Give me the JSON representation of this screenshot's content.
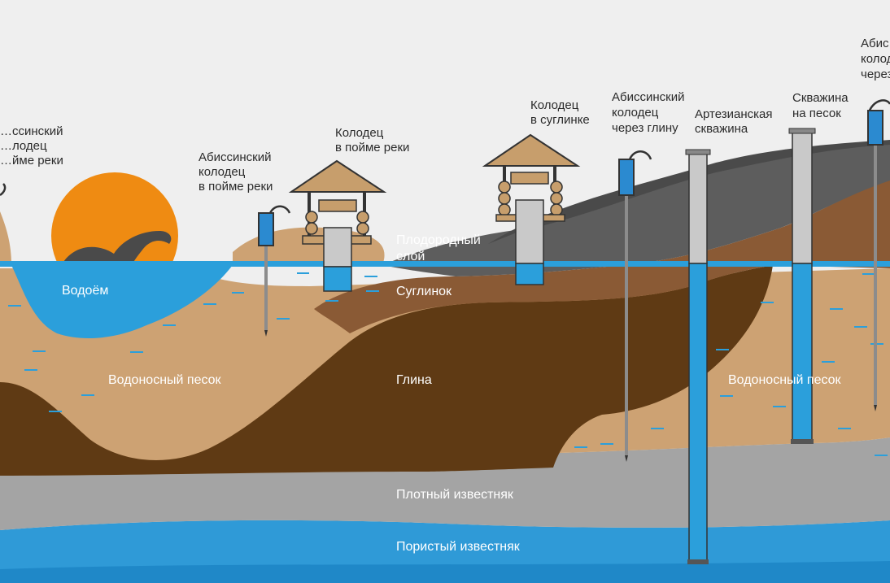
{
  "colors": {
    "sky": "#efefef",
    "water": "#2b9fdb",
    "water_dark": "#1f88c8",
    "sand": "#cda273",
    "loam": "#8a5a35",
    "clay": "#5f3a14",
    "fertile": "#5d5d5d",
    "limestone_dense": "#a4a4a4",
    "limestone_porous": "#2f9ad7",
    "sun": "#ef8b12",
    "label_text": "#2b2b2b",
    "layer_text": "#ffffff"
  },
  "well_labels": {
    "abyssinian_far_left": [
      "…ссинский",
      "…лодец",
      "…йме реки"
    ],
    "abyssinian_floodplain": [
      "Абиссинский",
      "колодец",
      "в пойме реки"
    ],
    "dug_well_floodplain": [
      "Колодец",
      "в пойме реки"
    ],
    "dug_well_loam": [
      "Колодец",
      "в суглинке"
    ],
    "abyssinian_clay": [
      "Абиссинский",
      "колодец",
      "через глину"
    ],
    "artesian": [
      "Артезианская",
      "скважина"
    ],
    "borehole_sand": [
      "Скважина",
      "на песок"
    ],
    "abyssinian_far_right": [
      "Абис…",
      "колод…",
      "через…"
    ]
  },
  "layer_labels": {
    "reservoir": "Водоём",
    "fertile": [
      "Плодородный",
      "слой"
    ],
    "loam": "Суглинок",
    "clay": "Глина",
    "sand_left": "Водоносный песок",
    "sand_right": "Водоносный песок",
    "dense_limestone": "Плотный известняк",
    "porous_limestone": "Пористый известняк"
  },
  "icons": [
    "sun-icon",
    "lake-monster-icon",
    "hand-pump-icon",
    "well-roof-icon",
    "casing-pipe-icon"
  ]
}
